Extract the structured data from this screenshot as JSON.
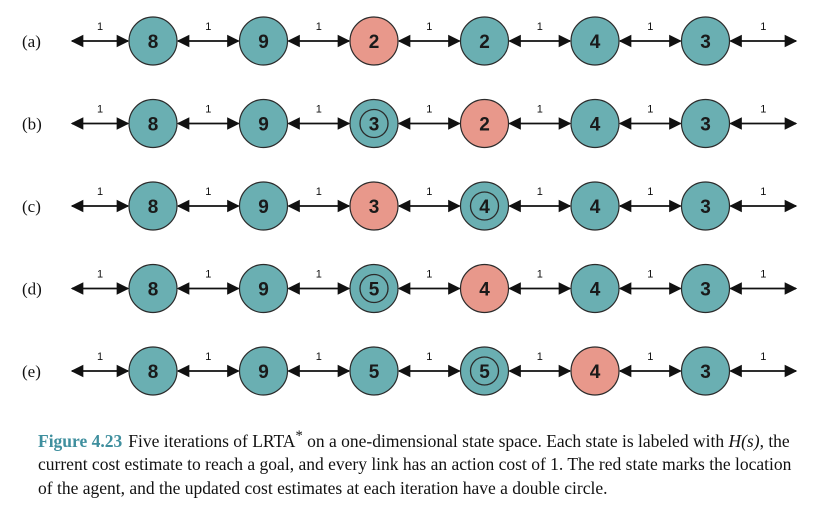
{
  "colors": {
    "node_fill": "#6aafb2",
    "agent_fill": "#e8988b",
    "node_stroke": "#2b2b2b",
    "edge": "#111111",
    "caption_label": "#3f8f9e"
  },
  "figure": {
    "rows": [
      {
        "label": "(a)",
        "values": [
          "8",
          "9",
          "2",
          "2",
          "4",
          "3"
        ],
        "agent": 2,
        "updated": []
      },
      {
        "label": "(b)",
        "values": [
          "8",
          "9",
          "3",
          "2",
          "4",
          "3"
        ],
        "agent": 3,
        "updated": [
          2
        ]
      },
      {
        "label": "(c)",
        "values": [
          "8",
          "9",
          "3",
          "4",
          "4",
          "3"
        ],
        "agent": 2,
        "updated": [
          3
        ]
      },
      {
        "label": "(d)",
        "values": [
          "8",
          "9",
          "5",
          "4",
          "4",
          "3"
        ],
        "agent": 3,
        "updated": [
          2
        ]
      },
      {
        "label": "(e)",
        "values": [
          "8",
          "9",
          "5",
          "5",
          "4",
          "3"
        ],
        "agent": 4,
        "updated": [
          3
        ]
      }
    ],
    "edge_cost": "1"
  },
  "caption": {
    "label": "Figure 4.23",
    "text_1": "Five iterations of LRTA",
    "star": "*",
    "text_2": " on a one-dimensional state space. Each state is labeled with ",
    "symbol": "H(s)",
    "text_3": ", the current cost estimate to reach a goal, and every link has an action cost of 1. The red state marks the location of the agent, and the updated cost estimates at each iteration have a double circle."
  }
}
